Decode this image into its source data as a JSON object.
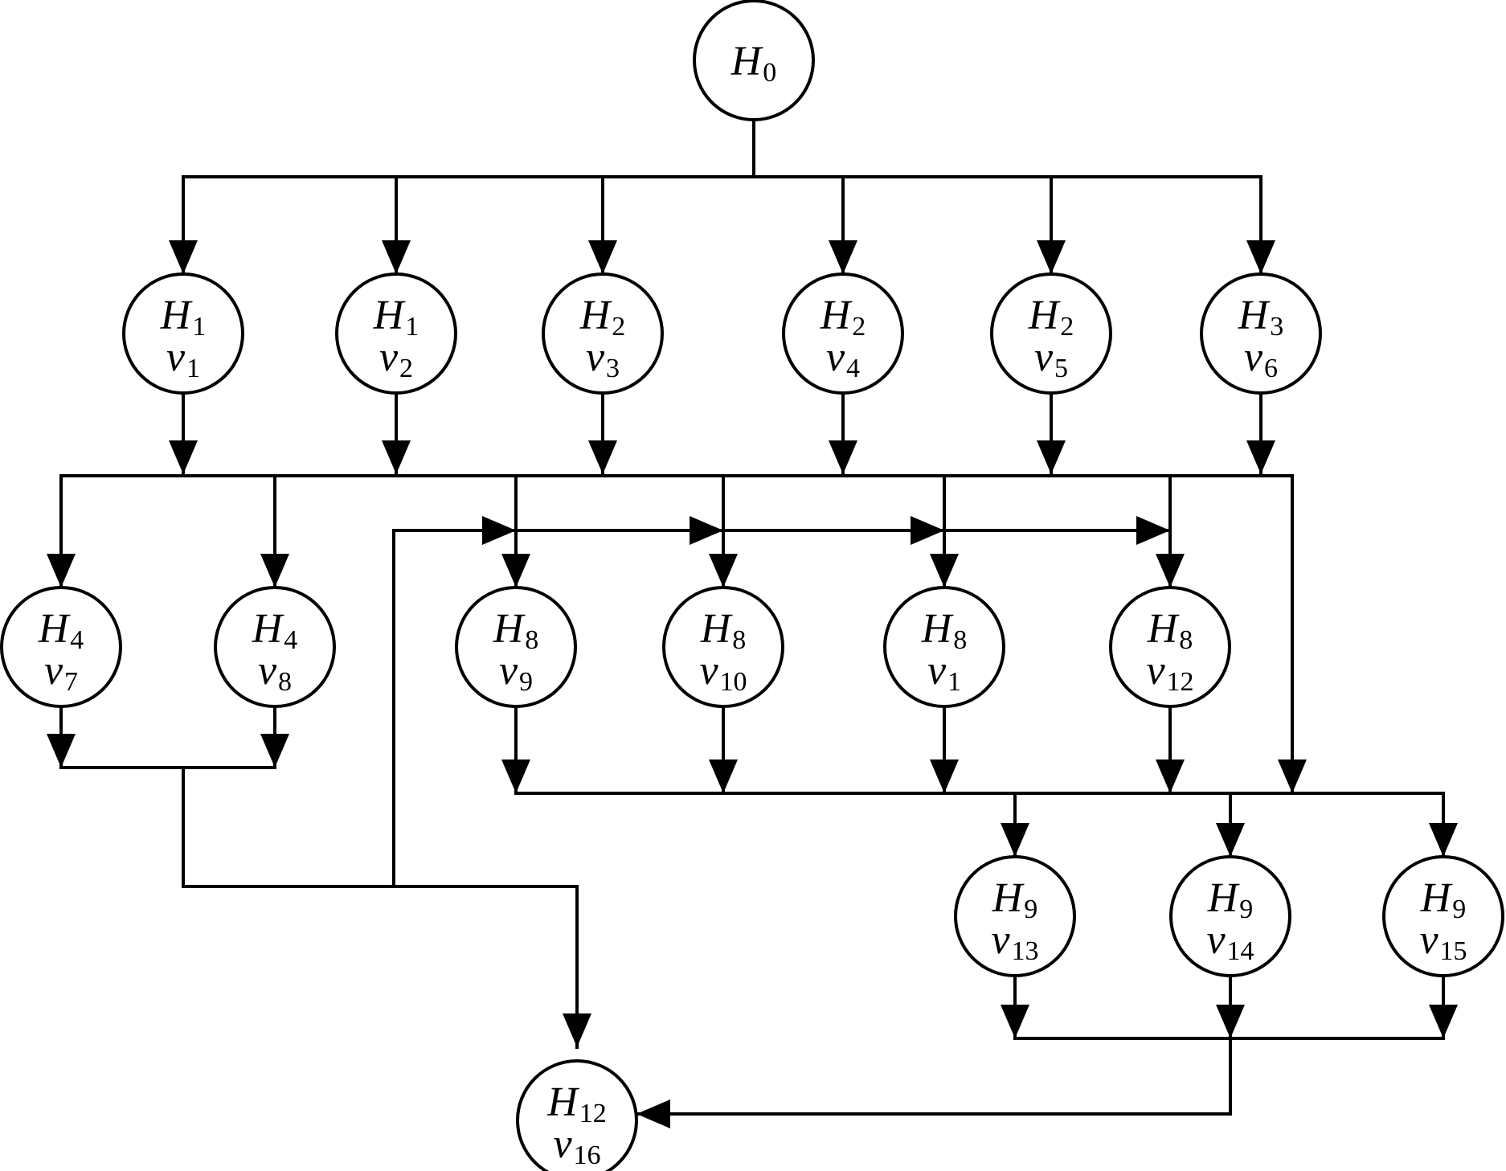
{
  "nodes": [
    {
      "id": "n0",
      "top": {
        "sym": "H",
        "sub": "0"
      },
      "bottom": null
    },
    {
      "id": "n1",
      "top": {
        "sym": "H",
        "sub": "1"
      },
      "bottom": {
        "sym": "v",
        "sub": "1"
      }
    },
    {
      "id": "n2",
      "top": {
        "sym": "H",
        "sub": "1"
      },
      "bottom": {
        "sym": "v",
        "sub": "2"
      }
    },
    {
      "id": "n3",
      "top": {
        "sym": "H",
        "sub": "2"
      },
      "bottom": {
        "sym": "v",
        "sub": "3"
      }
    },
    {
      "id": "n4",
      "top": {
        "sym": "H",
        "sub": "2"
      },
      "bottom": {
        "sym": "v",
        "sub": "4"
      }
    },
    {
      "id": "n5",
      "top": {
        "sym": "H",
        "sub": "2"
      },
      "bottom": {
        "sym": "v",
        "sub": "5"
      }
    },
    {
      "id": "n6",
      "top": {
        "sym": "H",
        "sub": "3"
      },
      "bottom": {
        "sym": "v",
        "sub": "6"
      }
    },
    {
      "id": "n7",
      "top": {
        "sym": "H",
        "sub": "4"
      },
      "bottom": {
        "sym": "v",
        "sub": "7"
      }
    },
    {
      "id": "n8",
      "top": {
        "sym": "H",
        "sub": "4"
      },
      "bottom": {
        "sym": "v",
        "sub": "8"
      }
    },
    {
      "id": "n9",
      "top": {
        "sym": "H",
        "sub": "8"
      },
      "bottom": {
        "sym": "v",
        "sub": "9"
      }
    },
    {
      "id": "n10",
      "top": {
        "sym": "H",
        "sub": "8"
      },
      "bottom": {
        "sym": "v",
        "sub": "10"
      }
    },
    {
      "id": "n11",
      "top": {
        "sym": "H",
        "sub": "8"
      },
      "bottom": {
        "sym": "v",
        "sub": "1"
      }
    },
    {
      "id": "n12",
      "top": {
        "sym": "H",
        "sub": "8"
      },
      "bottom": {
        "sym": "v",
        "sub": "12"
      }
    },
    {
      "id": "n13",
      "top": {
        "sym": "H",
        "sub": "9"
      },
      "bottom": {
        "sym": "v",
        "sub": "13"
      }
    },
    {
      "id": "n14",
      "top": {
        "sym": "H",
        "sub": "9"
      },
      "bottom": {
        "sym": "v",
        "sub": "14"
      }
    },
    {
      "id": "n15",
      "top": {
        "sym": "H",
        "sub": "9"
      },
      "bottom": {
        "sym": "v",
        "sub": "15"
      }
    },
    {
      "id": "n16",
      "top": {
        "sym": "H",
        "sub": "12"
      },
      "bottom": {
        "sym": "v",
        "sub": "16"
      }
    }
  ],
  "colors": {
    "stroke": "#000000",
    "background": "#ffffff"
  }
}
